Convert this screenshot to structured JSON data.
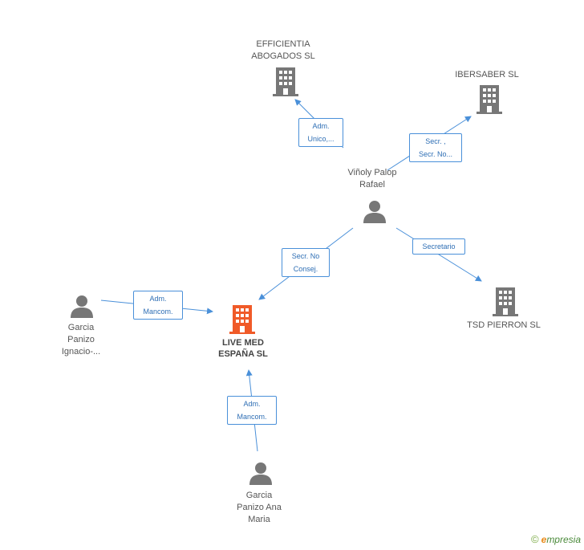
{
  "colors": {
    "edge": "#4a90d9",
    "company": "#777777",
    "company_main": "#f05a28",
    "person": "#777777"
  },
  "nodes": {
    "main": {
      "line1": "LIVE MED",
      "line2": "ESPAÑA SL",
      "icon": "building-icon"
    },
    "efficientia": {
      "line1": "EFFICIENTIA",
      "line2": "ABOGADOS SL",
      "icon": "building-icon"
    },
    "ibersaber": {
      "line1": "IBERSABER SL",
      "icon": "building-icon"
    },
    "tsd": {
      "line1": "TSD PIERRON SL",
      "icon": "building-icon"
    },
    "vinoly": {
      "line1": "Viñoly Palop",
      "line2": "Rafael",
      "icon": "person-icon"
    },
    "garcia_ignacio": {
      "line1": "Garcia",
      "line2": "Panizo",
      "line3": "Ignacio-...",
      "icon": "person-icon"
    },
    "garcia_ana": {
      "line1": "Garcia",
      "line2": "Panizo Ana",
      "line3": "Maria",
      "icon": "person-icon"
    }
  },
  "edges": {
    "vinoly_efficientia": {
      "line1": "Adm.",
      "line2": "Unico,..."
    },
    "vinoly_ibersaber": {
      "line1": "Secr. ,",
      "line2": "Secr. No..."
    },
    "vinoly_main": {
      "line1": "Secr.  No",
      "line2": "Consej."
    },
    "vinoly_tsd": {
      "line1": "Secretario"
    },
    "ignacio_main": {
      "line1": "Adm.",
      "line2": "Mancom."
    },
    "ana_main": {
      "line1": "Adm.",
      "line2": "Mancom."
    }
  },
  "credit": {
    "symbol": "©",
    "brand_initial": "e",
    "brand_rest": "mpresia"
  }
}
